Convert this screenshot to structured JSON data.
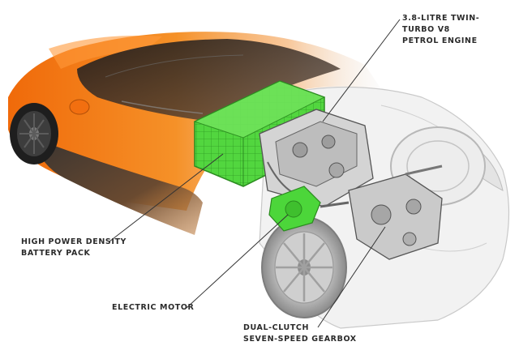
{
  "labels": {
    "engine": "3.8-LITRE TWIN-\nTURBO V8\nPETROL ENGINE",
    "battery": "HIGH POWER DENSITY\nBATTERY PACK",
    "motor": "ELECTRIC MOTOR",
    "gearbox": "DUAL-CLUTCH\nSEVEN-SPEED GEARBOX"
  },
  "colors": {
    "body_orange": "#f47a12",
    "carbon": "#2a2623",
    "battery_green": "#4bd63a",
    "leader_line": "#333333",
    "ghost_body": "#e9e9e9"
  }
}
